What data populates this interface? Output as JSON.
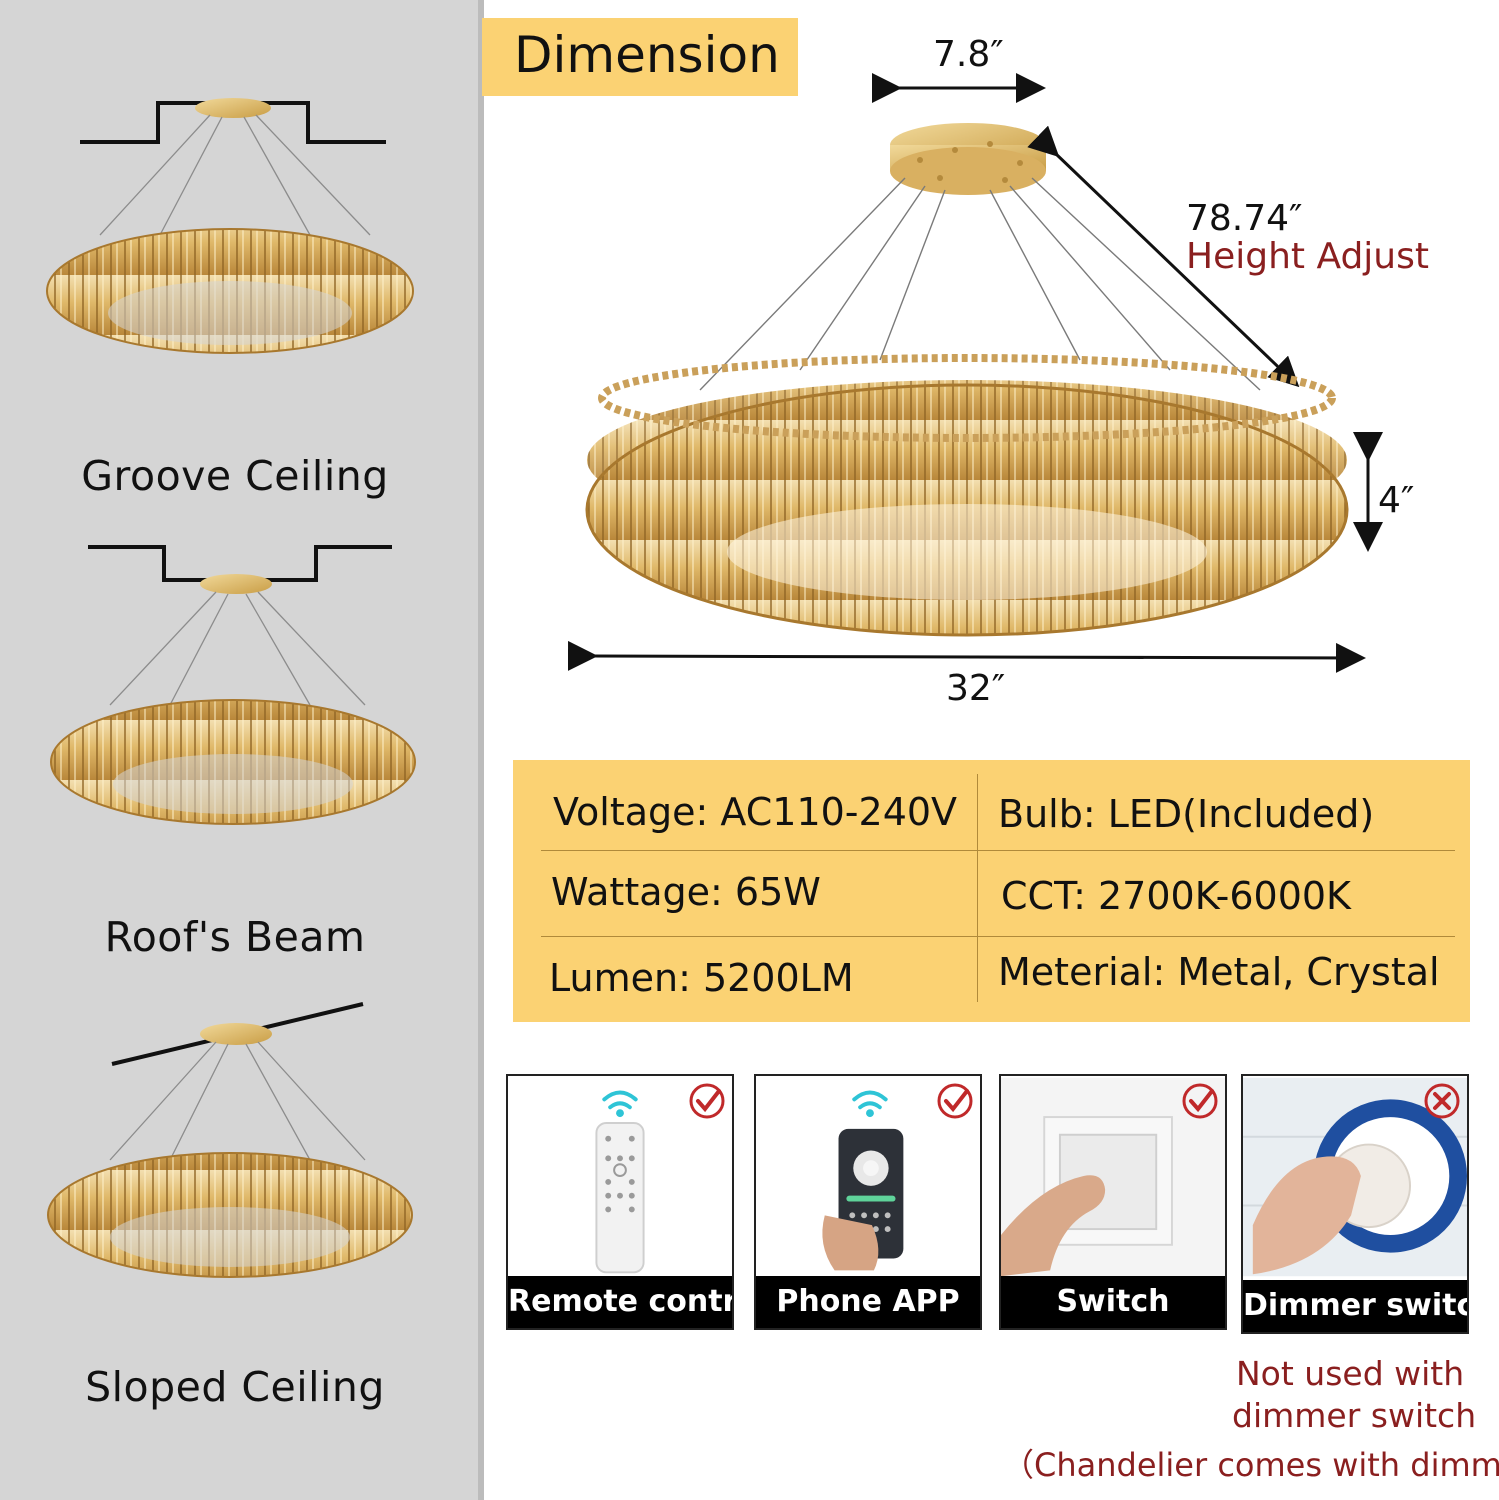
{
  "colors": {
    "left_panel": "#d5d5d5",
    "accent_yellow": "#fbd273",
    "dark_red": "#8a1f1f",
    "gold": "#d8b25a"
  },
  "mount_types": [
    {
      "label": "Groove Ceiling",
      "icon": "groove-ceiling-icon"
    },
    {
      "label": "Roof's Beam",
      "icon": "roof-beam-icon"
    },
    {
      "label": "Sloped Ceiling",
      "icon": "sloped-ceiling-icon"
    }
  ],
  "dimension": {
    "title": "Dimension",
    "canopy_width": "7.8″",
    "hanging_length": "78.74″",
    "height_adjust": "Height Adjust",
    "ring_height": "4″",
    "ring_diameter": "32″"
  },
  "specs": {
    "voltage": "Voltage: AC110-240V",
    "bulb": "Bulb: LED(Included)",
    "wattage": "Wattage: 65W",
    "cct": "CCT: 2700K-6000K",
    "lumen": "Lumen: 5200LM",
    "material": "Meterial: Metal, Crystal"
  },
  "controls": [
    {
      "label": "Remote contro",
      "supported": true,
      "icon": "remote-control-icon"
    },
    {
      "label": "Phone APP",
      "supported": true,
      "icon": "phone-app-icon"
    },
    {
      "label": "Switch",
      "supported": true,
      "icon": "wall-switch-icon"
    },
    {
      "label": "Dimmer switch",
      "supported": false,
      "icon": "dimmer-switch-icon"
    }
  ],
  "note": {
    "line1": "Not used with",
    "line2": "dimmer switch",
    "line3": "（Chandelier comes with dimmer)"
  }
}
